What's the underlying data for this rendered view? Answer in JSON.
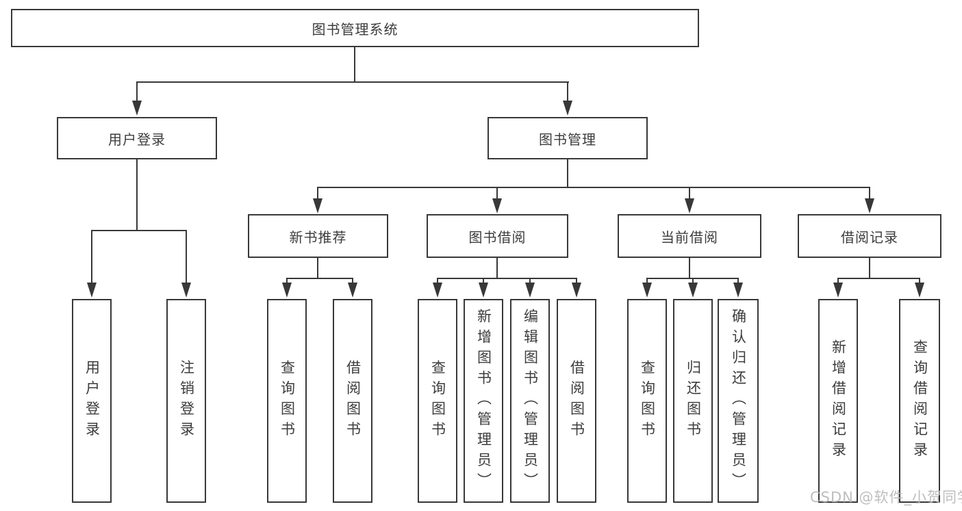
{
  "diagram": {
    "title": "图书管理系统",
    "root": {
      "label": "图书管理系统"
    },
    "branches": [
      {
        "label": "用户登录",
        "children": [
          "用户登录",
          "注销登录"
        ]
      },
      {
        "label": "图书管理"
      }
    ],
    "modules": [
      {
        "label": "新书推荐",
        "children": [
          "查询图书",
          "借阅图书"
        ]
      },
      {
        "label": "图书借阅",
        "children": [
          "查询图书",
          "新增图书（管理员）",
          "编辑图书（管理员）",
          "借阅图书"
        ]
      },
      {
        "label": "当前借阅",
        "children": [
          "查询图书",
          "归还图书",
          "确认归还（管理员）"
        ]
      },
      {
        "label": "借阅记录",
        "children": [
          "新增借阅记录",
          "查询借阅记录"
        ]
      }
    ]
  },
  "watermark": "CSDN @软件_小贺同学",
  "colors": {
    "line": "#383838",
    "text": "#3c3c3c",
    "background": "#ffffff",
    "watermark": "#b9b9b9"
  }
}
